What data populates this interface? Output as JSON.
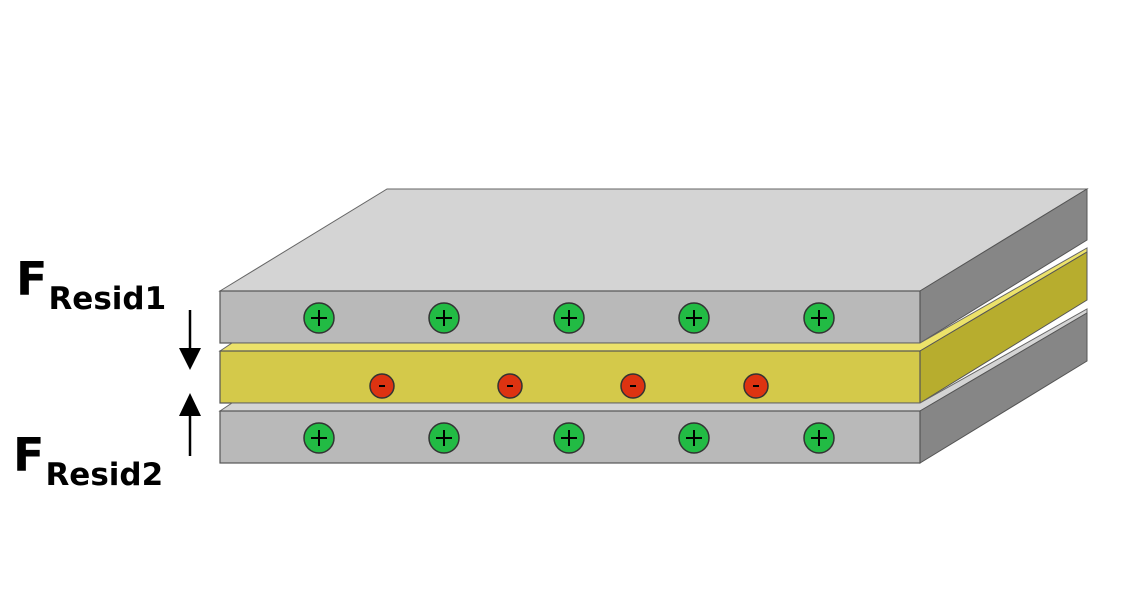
{
  "labels": {
    "force1": {
      "main": "F",
      "sub": "Resid1"
    },
    "force2": {
      "main": "F",
      "sub": "Resid2"
    }
  },
  "layers": [
    {
      "name": "top-plate",
      "charge": "+",
      "charge_count": 5,
      "colors": {
        "front": "#b9b9b9",
        "top": "#d4d4d4",
        "side": "#868686"
      }
    },
    {
      "name": "middle-plate",
      "charge": "-",
      "charge_count": 4,
      "colors": {
        "front": "#d4c94a",
        "top": "#ece26a",
        "side": "#b7ad2e"
      }
    },
    {
      "name": "bottom-plate",
      "charge": "+",
      "charge_count": 5,
      "colors": {
        "front": "#b9b9b9",
        "top": "#d4d4d4",
        "side": "#868686"
      }
    }
  ],
  "colors": {
    "positive_charge": "#22bb44",
    "negative_charge": "#dd3311",
    "outline": "#333333"
  }
}
